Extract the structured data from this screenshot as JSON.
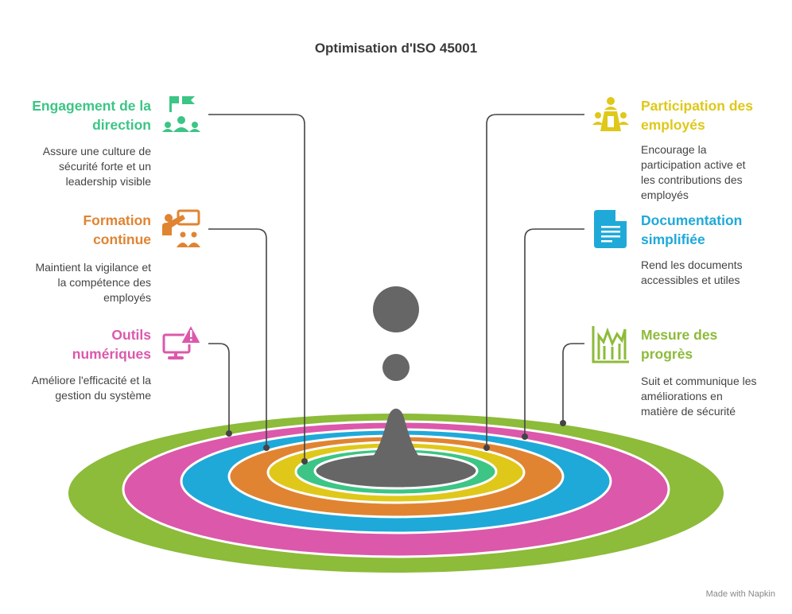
{
  "title": "Optimisation d'ISO 45001",
  "colors": {
    "green": "#3cc585",
    "orange": "#e08432",
    "pink": "#dc58ab",
    "yellow": "#dfc81a",
    "blue": "#1fa9d9",
    "lime": "#8dbb3a",
    "gray": "#666666"
  },
  "items": [
    {
      "id": "engagement",
      "title": [
        "Engagement de la",
        "direction"
      ],
      "desc": [
        "Assure une culture de",
        "sécurité forte et un",
        "leadership visible"
      ],
      "icon": "leadership-flag-icon"
    },
    {
      "id": "formation",
      "title": [
        "Formation",
        "continue"
      ],
      "desc": [
        "Maintient la vigilance et",
        "la compétence des",
        "employés"
      ],
      "icon": "training-presentation-icon"
    },
    {
      "id": "outils",
      "title": [
        "Outils",
        "numériques"
      ],
      "desc": [
        "Améliore l'efficacité et la",
        "gestion du système"
      ],
      "icon": "monitor-warning-icon"
    },
    {
      "id": "participation",
      "title": [
        "Participation des",
        "employés"
      ],
      "desc": [
        "Encourage la",
        "participation active et",
        "les contributions des",
        "employés"
      ],
      "icon": "meeting-table-icon"
    },
    {
      "id": "documentation",
      "title": [
        "Documentation",
        "simplifiée"
      ],
      "desc": [
        "Rend les documents",
        "accessibles et utiles"
      ],
      "icon": "document-icon"
    },
    {
      "id": "mesure",
      "title": [
        "Mesure des",
        "progrès"
      ],
      "desc": [
        "Suit et communique les",
        "améliorations en",
        "matière de sécurité"
      ],
      "icon": "growth-chart-icon"
    }
  ],
  "footer": "Made with  Napkin"
}
